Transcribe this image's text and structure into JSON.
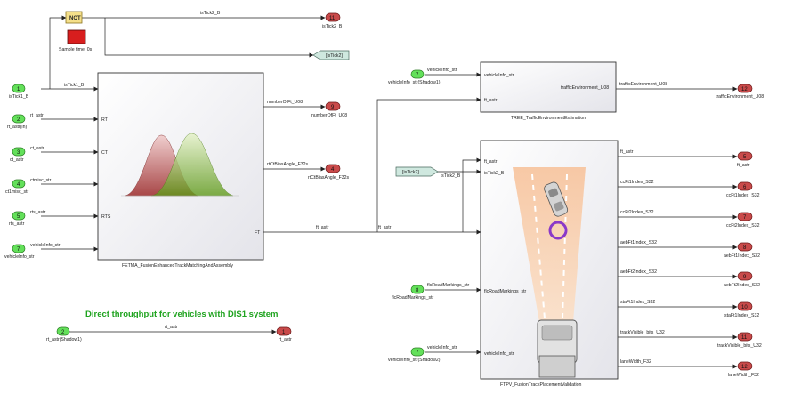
{
  "colors": {
    "inport": "#63e05a",
    "outport": "#c94a4a",
    "not_block": "#f5e08a",
    "sample_block": "#d81e1e",
    "goto": "#cfe8df",
    "block_bg": "#f2f2f4"
  },
  "not_block": {
    "label": "NOT"
  },
  "sample_block": {
    "caption": "Sample time: 0s"
  },
  "goto": {
    "label": "[isTick2]",
    "wire_label": "isTick2_B"
  },
  "from": {
    "label": "[isTick2]",
    "wire_label": "isTick2_B"
  },
  "inports": [
    {
      "num": "1",
      "port": "isTick1_B",
      "wire": "isTick1_B"
    },
    {
      "num": "2",
      "port": "rt_astr(in)",
      "wire": "rt_astr"
    },
    {
      "num": "3",
      "port": "ct_astr",
      "wire": "ct_astr"
    },
    {
      "num": "4",
      "port": "ct1misc_str",
      "wire": "ctmisc_str"
    },
    {
      "num": "5",
      "port": "rts_astr",
      "wire": "rts_astr"
    },
    {
      "num": "7",
      "port": "vehicleInfo_str",
      "wire": "vehicleInfo_str"
    },
    {
      "num": "7",
      "port": "vehicleInfo_str(Shadow1)",
      "wire": "vehicleInfo_str"
    },
    {
      "num": "8",
      "port": "flcRoadMarkings_str",
      "wire": "flcRoadMarkings_str"
    },
    {
      "num": "7",
      "port": "vehicleInfo_str(Shadow2)",
      "wire": "vehicleInfo_str"
    },
    {
      "num": "2",
      "port": "rt_astr(Shadow1)",
      "wire": "rt_astr"
    }
  ],
  "outports": [
    {
      "num": "11",
      "port": "isTick2_B",
      "wire": "isTick2_B"
    },
    {
      "num": "9",
      "port": "numberOfFt_U08",
      "wire": "numberOfFt_U08"
    },
    {
      "num": "4",
      "port": "rtCtBiasAngle_F32s",
      "wire": "rtCtBiasAngle_F32s"
    },
    {
      "num": "12",
      "port": "trafficEnvironment_U08",
      "wire": "trafficEnvironment_U08"
    },
    {
      "num": "5",
      "port": "ft_astr",
      "wire": "ft_astr"
    },
    {
      "num": "6",
      "port": "ccFt1Index_S32",
      "wire": "ccFt1Index_S32"
    },
    {
      "num": "7",
      "port": "ccFt2Index_S32",
      "wire": "ccFt2Index_S32"
    },
    {
      "num": "8",
      "port": "aebFt1Index_S32",
      "wire": "aebFt1Index_S32"
    },
    {
      "num": "9",
      "port": "aebFt2Index_S32",
      "wire": "aebFt2Index_S32"
    },
    {
      "num": "10",
      "port": "staFt1Index_S32",
      "wire": "staFt1Index_S32"
    },
    {
      "num": "11",
      "port": "trackVisible_bits_U32",
      "wire": "trackVisible_bits_U32"
    },
    {
      "num": "12",
      "port": "laneWidth_F32",
      "wire": "laneWidth_F32"
    },
    {
      "num": "1",
      "port": "rt_astr",
      "wire": "rt_astr"
    }
  ],
  "fetma": {
    "name": "FETMA_FusionEnhancedTrackMatchingAndAssembly",
    "in_ports": [
      "RT",
      "CT",
      "RTS"
    ],
    "out_port": "FT"
  },
  "tree": {
    "name": "TREE_TrafficEnvironmentEstimation",
    "in_ports": [
      "vehicleInfo_str",
      "ft_astr"
    ],
    "out_port": "trafficEnvironment_U08"
  },
  "ftpv": {
    "name": "FTPV_FusionTrackPlacementValidation",
    "in_ports": [
      "ft_astr",
      "isTick2_B",
      "flcRoadMarkings_str",
      "vehicleInfo_str"
    ],
    "out_ports": [
      "ft_astr",
      "ccFt1Index_S32",
      "ccFt2Index_S32",
      "aebFt1Index_S32",
      "aebFt2Index_S32",
      "staFt1Index_S32",
      "trackVisible_bits_U32",
      "laneWidth_F32"
    ]
  },
  "ft_wire": {
    "left": "ft_astr",
    "right": "ft_astr"
  },
  "note": {
    "text": "Direct throughput for vehicles with DIS1 system"
  }
}
